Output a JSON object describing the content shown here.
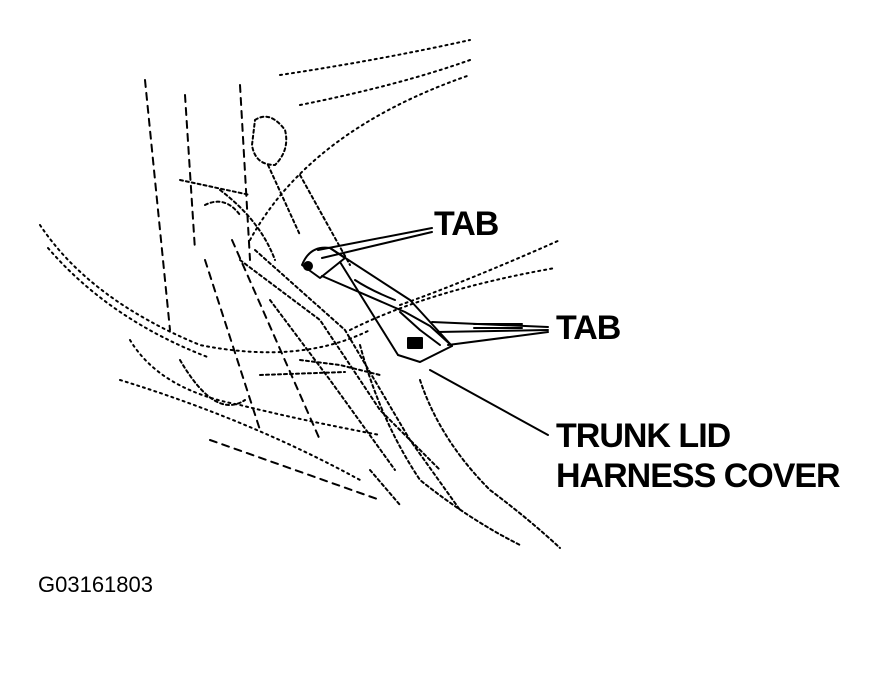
{
  "labels": {
    "tab_upper": "TAB",
    "tab_lower": "TAB",
    "cover_line1": "TRUNK LID",
    "cover_line2": "HARNESS COVER"
  },
  "figure_id": "G03161803",
  "colors": {
    "ink": "#000000",
    "background": "#ffffff"
  }
}
